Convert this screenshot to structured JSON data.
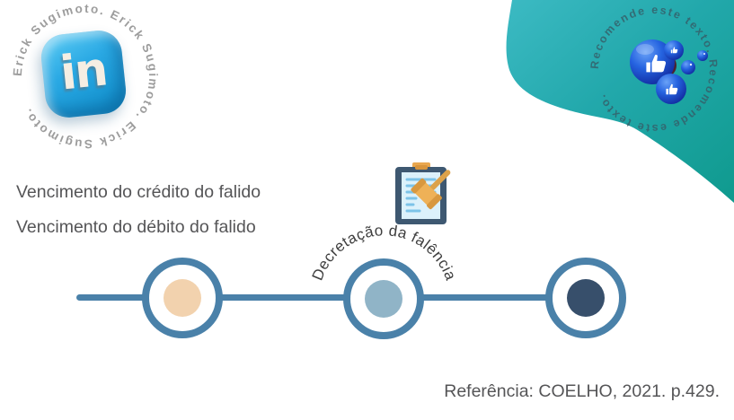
{
  "slide": {
    "background_color": "#ffffff",
    "accent_blue": "#4a81a9"
  },
  "linkedin_watermark": {
    "ring_text": "Erick Sugimoto. Erick Sugimoto. Erick Sugimoto.",
    "logo_text": "in",
    "logo_color": "#2aa9e4"
  },
  "recommend_badge": {
    "ring_text": "Recomende este texto. Recomende este texto.",
    "blob_gradient_start": "#3cbac3",
    "blob_gradient_end": "#0f9a8e",
    "sphere_color": "#2563e0"
  },
  "event_labels": {
    "line1": "Vencimento do crédito do falido",
    "line2": "Vencimento do débito do falido"
  },
  "timeline": {
    "type": "timeline",
    "arc_label": "Decretação da falência",
    "line_color": "#4a81a9",
    "milestones": [
      {
        "position": "left",
        "dot_color": "#f2d2ae"
      },
      {
        "position": "center",
        "dot_color": "#90b4c7"
      },
      {
        "position": "right",
        "dot_color": "#374f6b"
      }
    ]
  },
  "footer": {
    "reference": "Referência: COELHO, 2021. p.429."
  }
}
